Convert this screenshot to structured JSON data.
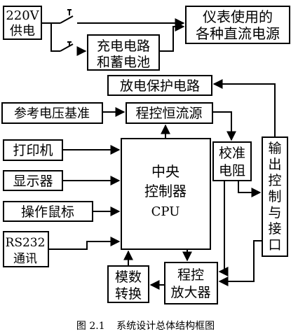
{
  "diagram": {
    "supply": [
      "220V",
      "供电"
    ],
    "instrument_dc": [
      "仪表使用的",
      "各种直流电源"
    ],
    "charger": [
      "充电电路",
      "和蓄电池"
    ],
    "discharge_protect": "放电保护电路",
    "ref_voltage": "参考电压基准",
    "prog_current": "程控恒流源",
    "printer": "打印机",
    "display": "显示器",
    "mouse": "操作鼠标",
    "rs232": [
      "RS232",
      "通讯"
    ],
    "cpu": [
      "中央",
      "控制器",
      "CPU"
    ],
    "calib_resistor": [
      "校准",
      "电阻"
    ],
    "output_ctrl": [
      "输",
      "出",
      "控",
      "制",
      "与",
      "接",
      "口"
    ],
    "adc": [
      "模数",
      "转换"
    ],
    "prog_amp": [
      "程控",
      "放大器"
    ]
  },
  "caption": {
    "number": "图 2.1",
    "title": "系统设计总体结构框图"
  }
}
